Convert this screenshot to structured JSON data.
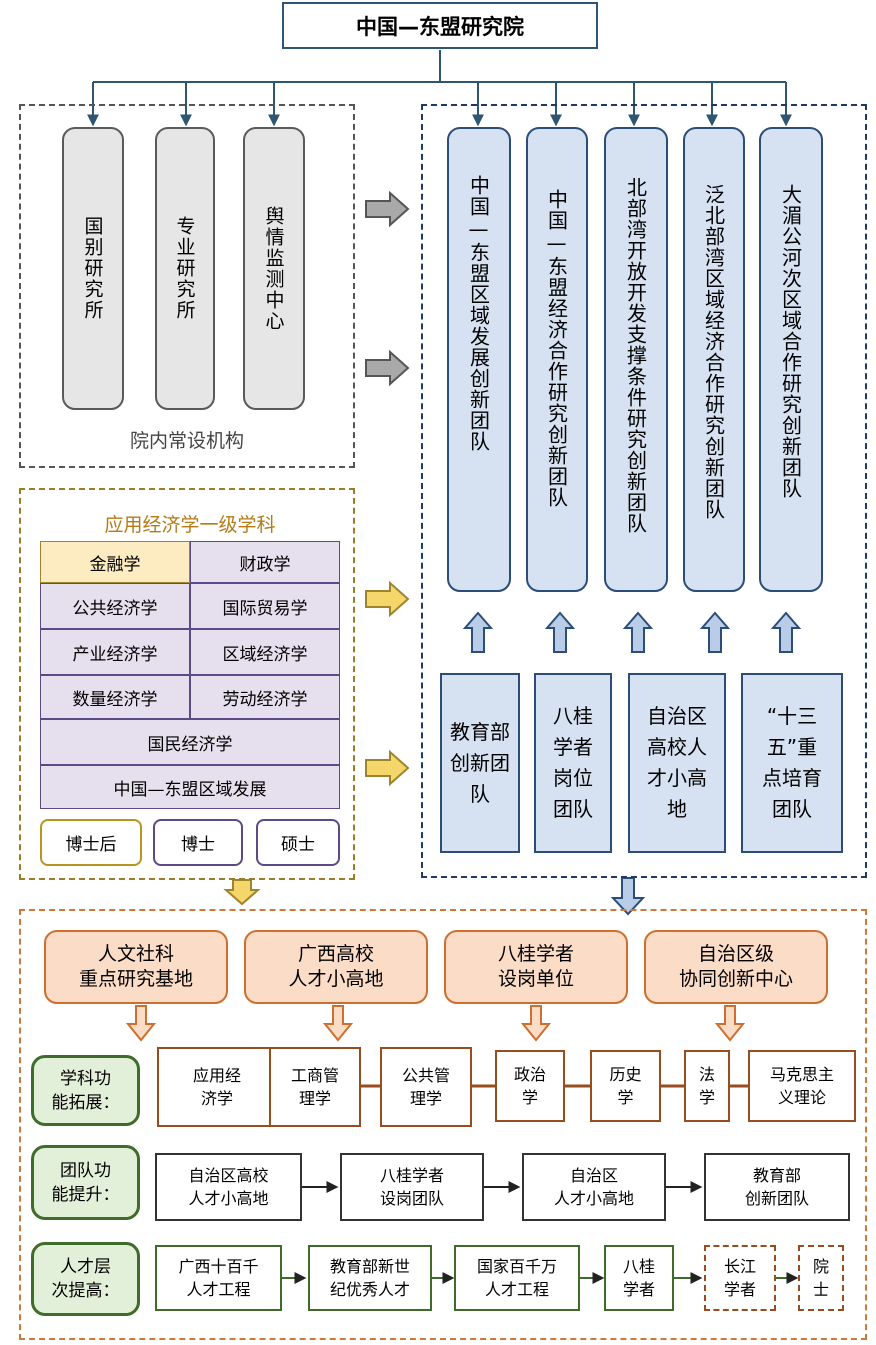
{
  "title": "中国—东盟研究院",
  "standing_units": {
    "caption": "院内常设机构",
    "items": [
      "国别研究所",
      "专业研究所",
      "舆情监测中心"
    ]
  },
  "innovation_teams": [
    "中国—东盟区域发展创新团队",
    "中国—东盟经济合作研究创新团队",
    "北部湾开放开发支撑条件研究创新团队",
    "泛北部湾区域经济合作研究创新团队",
    "大湄公河次区域合作研究创新团队"
  ],
  "discipline": {
    "title": "应用经济学一级学科",
    "rows": [
      [
        "金融学",
        "财政学"
      ],
      [
        "公共经济学",
        "国际贸易学"
      ],
      [
        "产业经济学",
        "区域经济学"
      ],
      [
        "数量经济学",
        "劳动经济学"
      ]
    ],
    "full_rows": [
      "国民经济学",
      "中国—东盟区域发展"
    ],
    "degrees": [
      "博士后",
      "博士",
      "硕士"
    ]
  },
  "team_sources": [
    "教育部创新团队",
    "八桂学者岗位团队",
    "自治区高校人才小高地",
    "“十三五”重点培育团队"
  ],
  "platforms": [
    "人文社科\n重点研究基地",
    "广西高校\n人才小高地",
    "八桂学者\n设岗单位",
    "自治区级\n协同创新中心"
  ],
  "rows": {
    "disciplines": {
      "label": "学科功\n能拓展：",
      "items": [
        "应用经\n济学",
        "工商管\n理学",
        "公共管\n理学",
        "政治\n学",
        "历史\n学",
        "法\n学",
        "马克思主\n义理论"
      ]
    },
    "teams": {
      "label": "团队功\n能提升：",
      "items": [
        "自治区高校\n人才小高地",
        "八桂学者\n设岗团队",
        "自治区\n人才小高地",
        "教育部\n创新团队"
      ]
    },
    "talent": {
      "label": "人才层\n次提高：",
      "items": [
        "广西十百千\n人才工程",
        "教育部新世\n纪优秀人才",
        "国家百千万\n人才工程",
        "八桂\n学者",
        "长江\n学者",
        "院\n士"
      ]
    }
  },
  "colors": {
    "navy": "#2e5572",
    "team_fill": "#d6e2f2",
    "discipline_fill": "#e6e0ee",
    "gold_fill": "#fdebc2",
    "orange_fill": "#fbdcc6",
    "green_fill": "#e3f0d9"
  }
}
